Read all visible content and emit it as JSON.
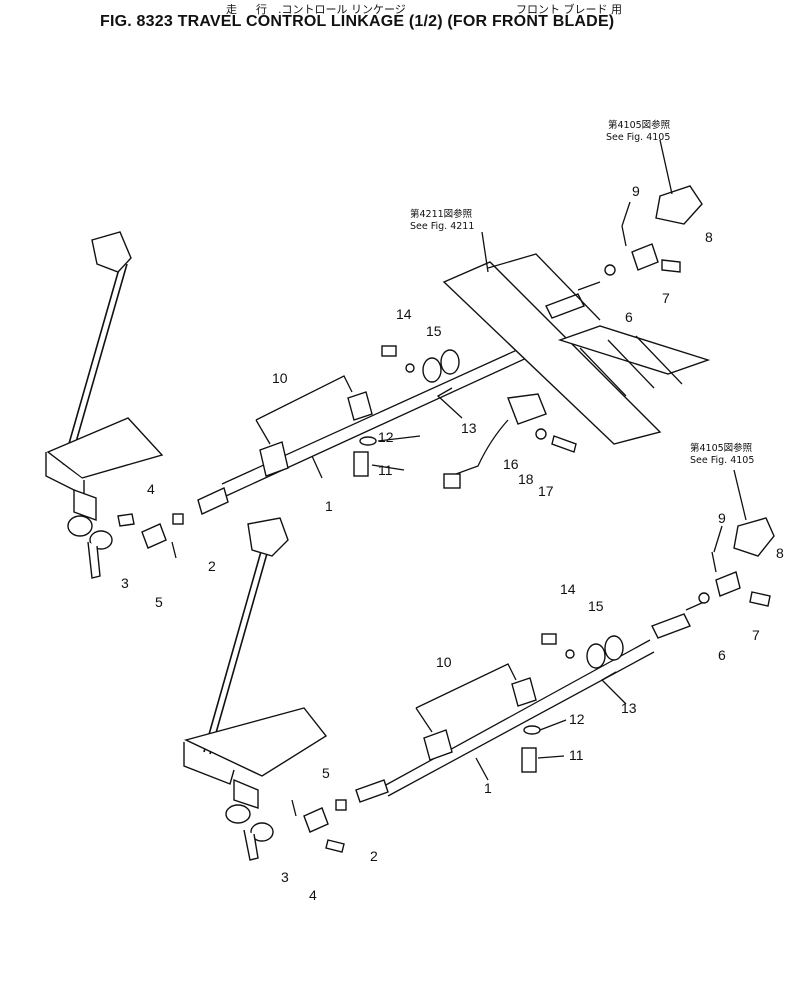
{
  "header": {
    "japanese_title_parts": [
      "走",
      "行",
      ".コントロール リンケージ",
      "フロント ブレード 用"
    ],
    "title": "FIG. 8323  TRAVEL CONTROL LINKAGE (1/2) (FOR FRONT BLADE)"
  },
  "references": {
    "upper_right": {
      "jp": "第4105図参照",
      "en": "See Fig. 4105"
    },
    "lower_right": {
      "jp": "第4105図参照",
      "en": "See Fig. 4105"
    },
    "center": {
      "jp": "第4211図参照",
      "en": "See Fig. 4211"
    }
  },
  "labels": {
    "upper": [
      "1",
      "2",
      "3",
      "4",
      "5",
      "6",
      "7",
      "8",
      "9",
      "10",
      "11",
      "12",
      "13",
      "14",
      "15",
      "16",
      "17",
      "18"
    ],
    "lower": [
      "1",
      "2",
      "3",
      "4",
      "5",
      "6",
      "7",
      "8",
      "9",
      "10",
      "11",
      "12",
      "13",
      "14",
      "15"
    ]
  },
  "colors": {
    "ink": "#111111",
    "paper": "#ffffff"
  }
}
